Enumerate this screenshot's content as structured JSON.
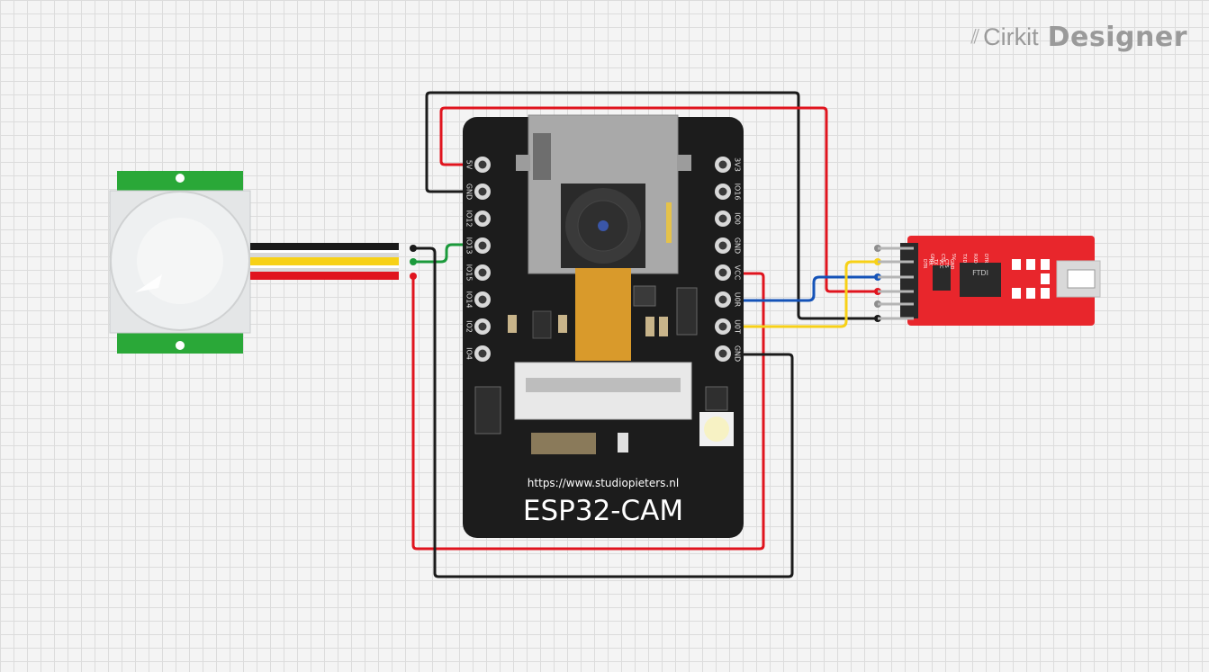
{
  "brand": {
    "icon": "cirkit-logo-icon",
    "name": "Cirkit",
    "product": "Designer"
  },
  "esp32": {
    "url": "https://www.studiopieters.nl",
    "title": "ESP32-CAM",
    "left_pins": [
      "5V",
      "GND",
      "IO12",
      "IO13",
      "IO15",
      "IO14",
      "IO2",
      "IO4"
    ],
    "right_pins": [
      "3V3",
      "IO16",
      "IO0",
      "GND",
      "VCC",
      "U0R",
      "U0T",
      "GND"
    ]
  },
  "ftdi": {
    "top_labels": [
      "GND",
      "CTS",
      "5V",
      "TXD",
      "RXD",
      "DTR"
    ],
    "bottom_labels": [
      "DTR",
      "RX",
      "TX",
      "VCC",
      "CTS",
      "GND"
    ],
    "chip_label": "FTDI"
  },
  "colors": {
    "wire_red": "#e0141e",
    "wire_black": "#1a1a1a",
    "wire_green": "#1b9a3b",
    "wire_blue": "#1553b8",
    "wire_yellow": "#f7d117",
    "board": "#1c1c1c",
    "pir_green": "#2aa838",
    "ftdi_red": "#e8262c"
  }
}
